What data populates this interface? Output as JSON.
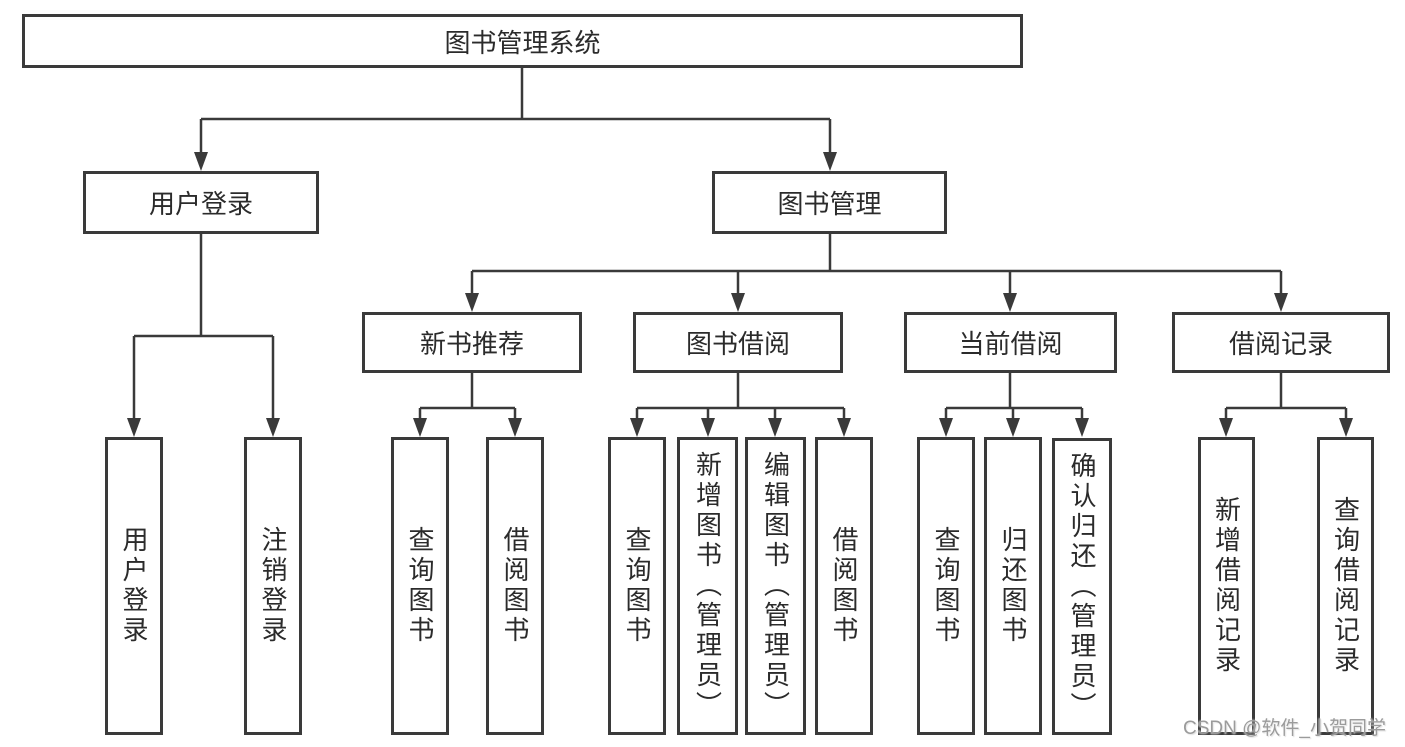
{
  "diagram": {
    "root": {
      "label": "图书管理系统"
    },
    "level2": {
      "user_login": {
        "label": "用户登录"
      },
      "book_management": {
        "label": "图书管理"
      }
    },
    "level3": {
      "new_book_recommend": {
        "label": "新书推荐"
      },
      "book_borrow": {
        "label": "图书借阅"
      },
      "current_borrow": {
        "label": "当前借阅"
      },
      "borrow_records": {
        "label": "借阅记录"
      }
    },
    "leaves": {
      "user_login": {
        "label": "用户登录"
      },
      "logout": {
        "label": "注销登录"
      },
      "recommend_query_book": {
        "label": "查询图书"
      },
      "recommend_borrow_book": {
        "label": "借阅图书"
      },
      "borrow_query_book": {
        "label": "查询图书"
      },
      "borrow_add_book": {
        "label": "新增图书（管理员）"
      },
      "borrow_edit_book": {
        "label": "编辑图书（管理员）"
      },
      "borrow_borrow_book": {
        "label": "借阅图书"
      },
      "current_query_book": {
        "label": "查询图书"
      },
      "current_return_book": {
        "label": "归还图书"
      },
      "current_confirm_return": {
        "label": "确认归还（管理员）"
      },
      "records_add_record": {
        "label": "新增借阅记录"
      },
      "records_query_record": {
        "label": "查询借阅记录"
      }
    }
  },
  "watermark": {
    "text": "CSDN @软件_小贺同学"
  },
  "colors": {
    "line": "#3a3a3a",
    "text": "#2b2b2b",
    "box_background": "#ffffff",
    "page_background": "#ffffff",
    "watermark": "#9b9b9b"
  }
}
